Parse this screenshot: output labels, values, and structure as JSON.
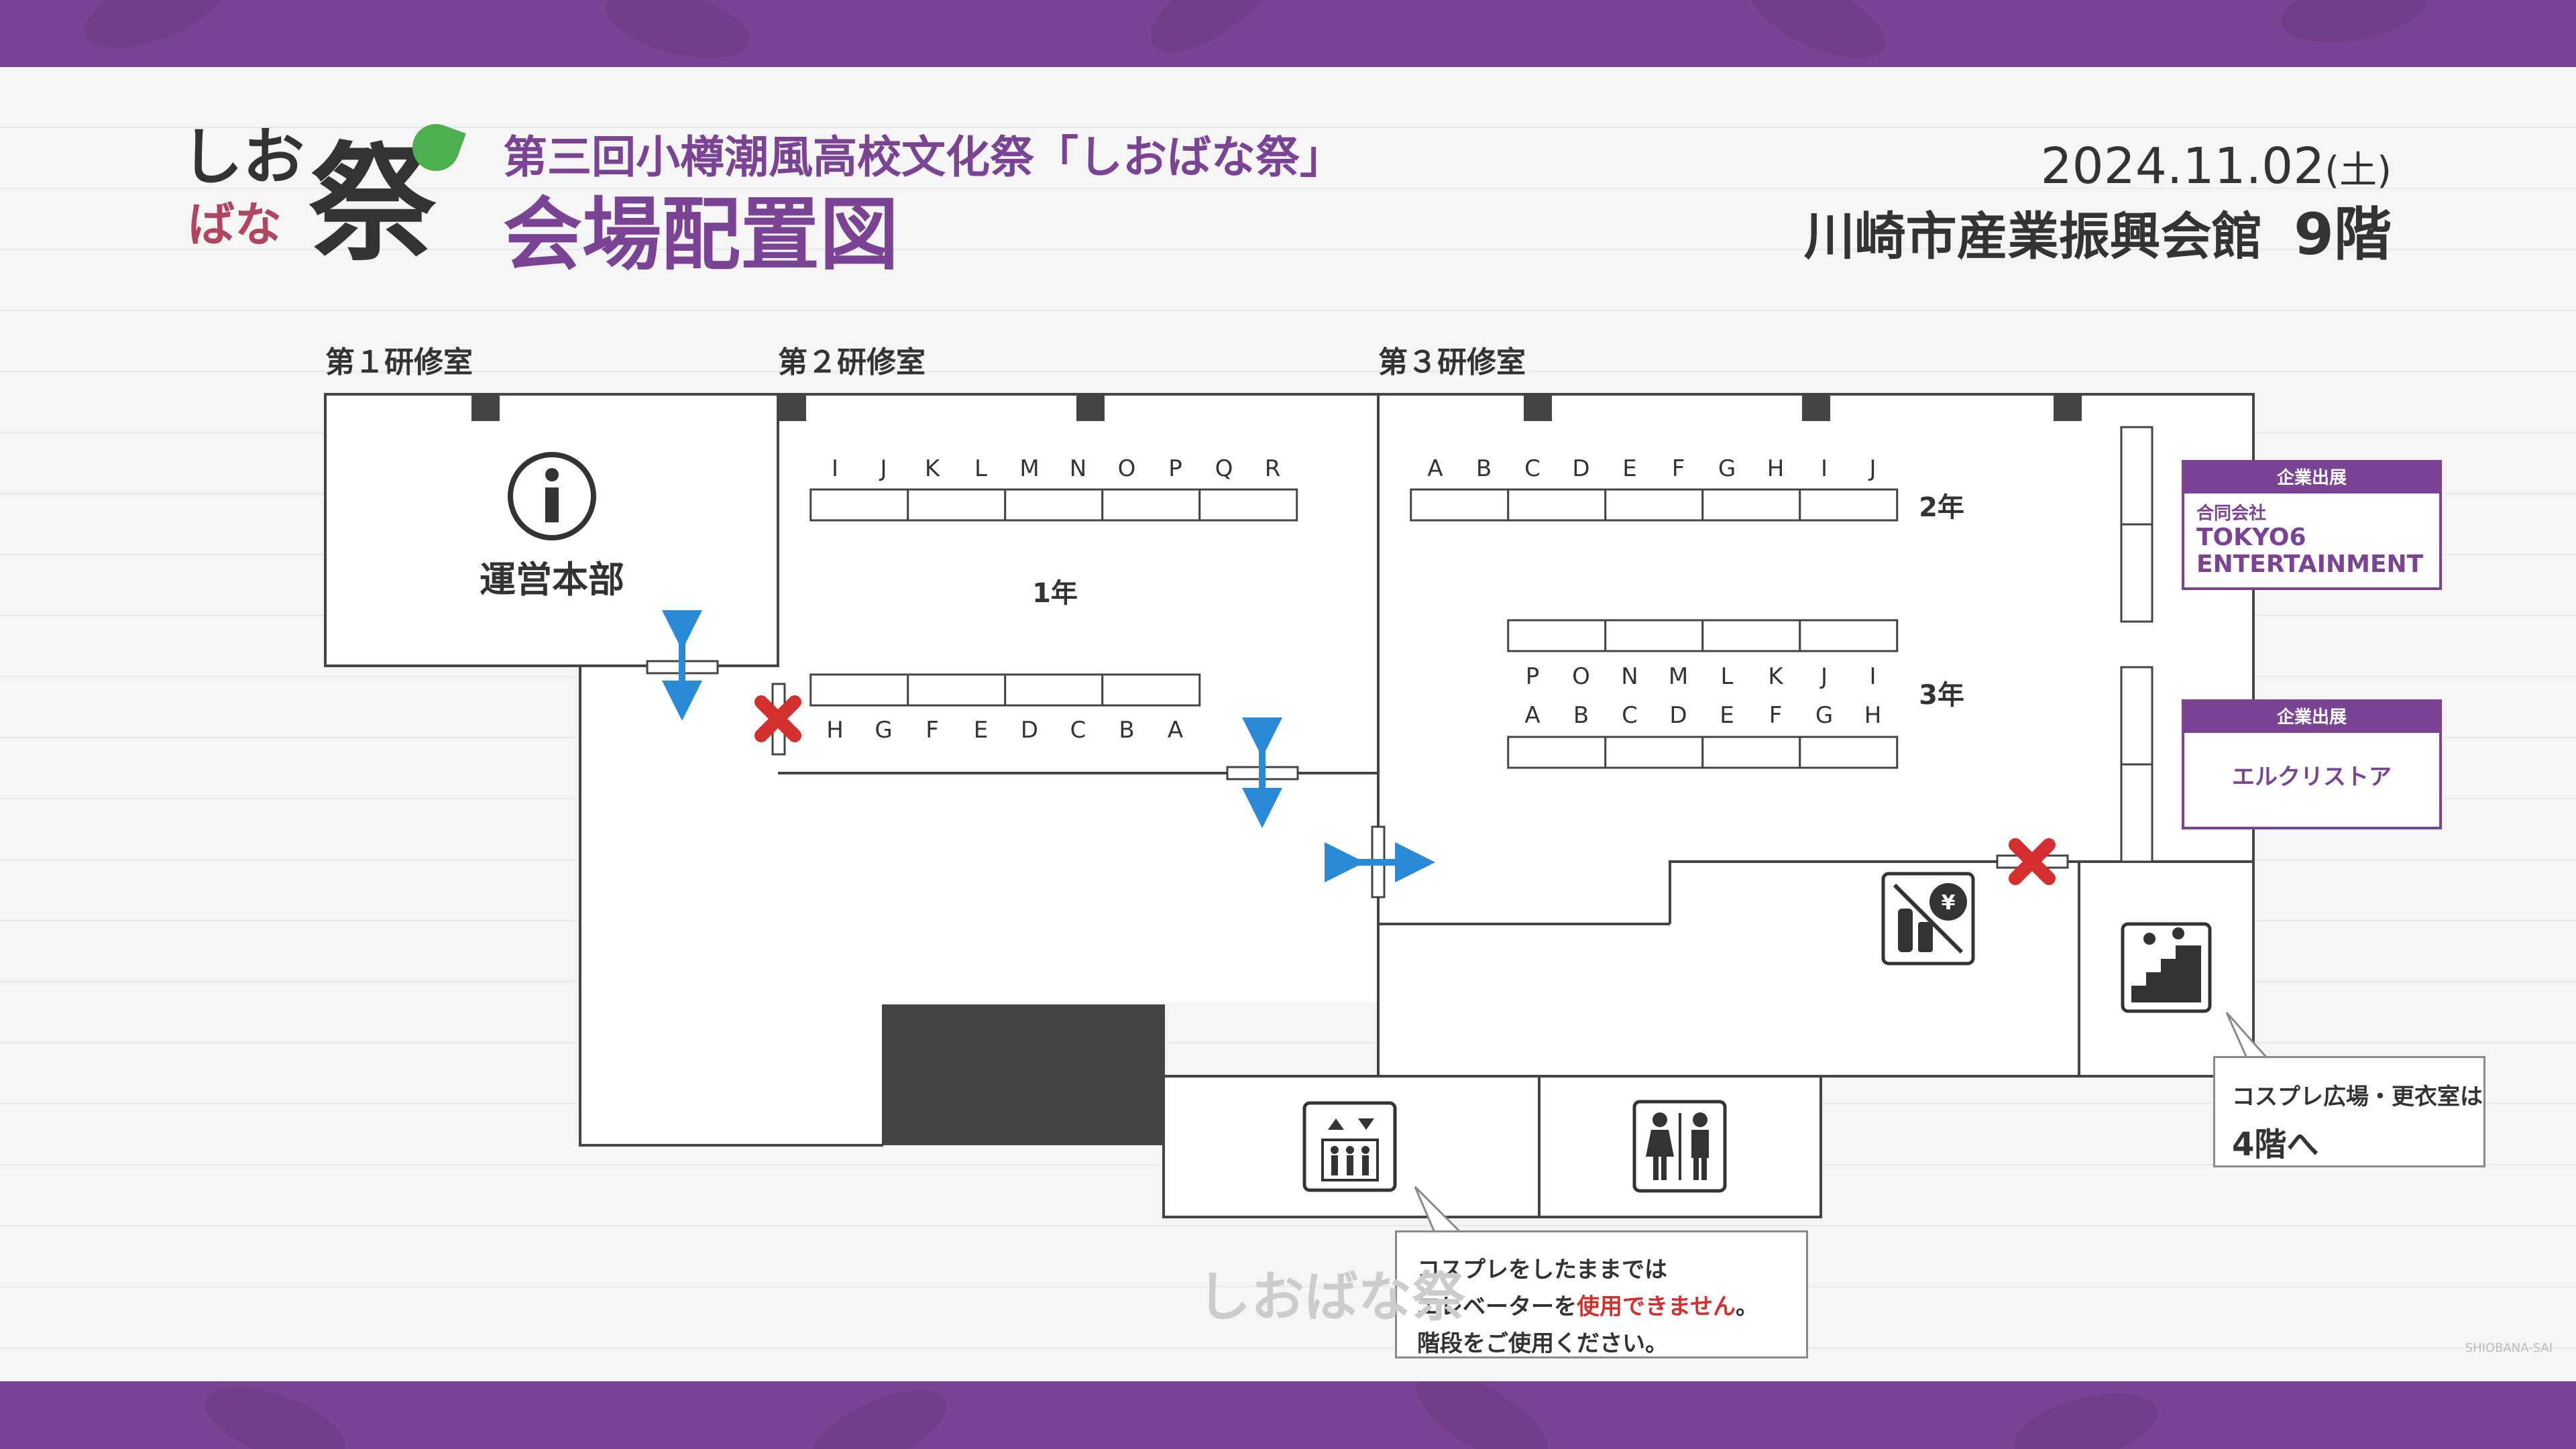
{
  "header": {
    "logo_lines": [
      "しお",
      "ばな",
      "祭"
    ],
    "event_title": "第三回小樽潮風高校文化祭「しおばな祭」",
    "page_title": "会場配置図",
    "date_main": "2024.11.02",
    "date_day": "(土)",
    "venue": "川崎市産業振興会館",
    "floor": "9階"
  },
  "rooms": {
    "room1": "第１研修室",
    "room2": "第２研修室",
    "room3": "第３研修室",
    "info_label": "運営本部",
    "grade1": "1年",
    "grade2": "2年",
    "grade3": "3年"
  },
  "booths": {
    "room2_top": [
      "I",
      "J",
      "K",
      "L",
      "M",
      "N",
      "O",
      "P",
      "Q",
      "R"
    ],
    "room2_bottom": [
      "H",
      "G",
      "F",
      "E",
      "D",
      "C",
      "B",
      "A"
    ],
    "room3_g2": [
      "A",
      "B",
      "C",
      "D",
      "E",
      "F",
      "G",
      "H",
      "I",
      "J"
    ],
    "room3_g3_top": [
      "P",
      "O",
      "N",
      "M",
      "L",
      "K",
      "J",
      "I"
    ],
    "room3_g3_bottom": [
      "A",
      "B",
      "C",
      "D",
      "E",
      "F",
      "G",
      "H"
    ]
  },
  "exhibitors": {
    "header_label": "企業出展",
    "exhibitor1_type": "合同会社",
    "exhibitor1_name_line1": "TOKYO6",
    "exhibitor1_name_line2": "ENTERTAINMENT",
    "exhibitor2_name": "エルクリストア"
  },
  "notes": {
    "stairs_line1": "コスプレ広場・更衣室は",
    "stairs_line2": "4階へ",
    "elevator_line1": "コスプレをしたままでは",
    "elevator_line2_a": "エレベーターを",
    "elevator_line2_b": "使用できません",
    "elevator_line2_c": "。",
    "elevator_line3": "階段をご使用ください。"
  },
  "footer": {
    "watermark_logo": "しおばな祭",
    "credit": "SHIOBANA-SAI"
  },
  "icons": [
    "info-icon",
    "elevator-icon",
    "restroom-icon",
    "vending-machine-icon",
    "stairs-icon",
    "bidirectional-arrow-icon",
    "blocked-x-icon"
  ],
  "colors": {
    "brand_purple": "#7a4393",
    "arrow_blue": "#2b8ad6",
    "blocked_red": "#d32f2f",
    "wall": "#444444"
  }
}
